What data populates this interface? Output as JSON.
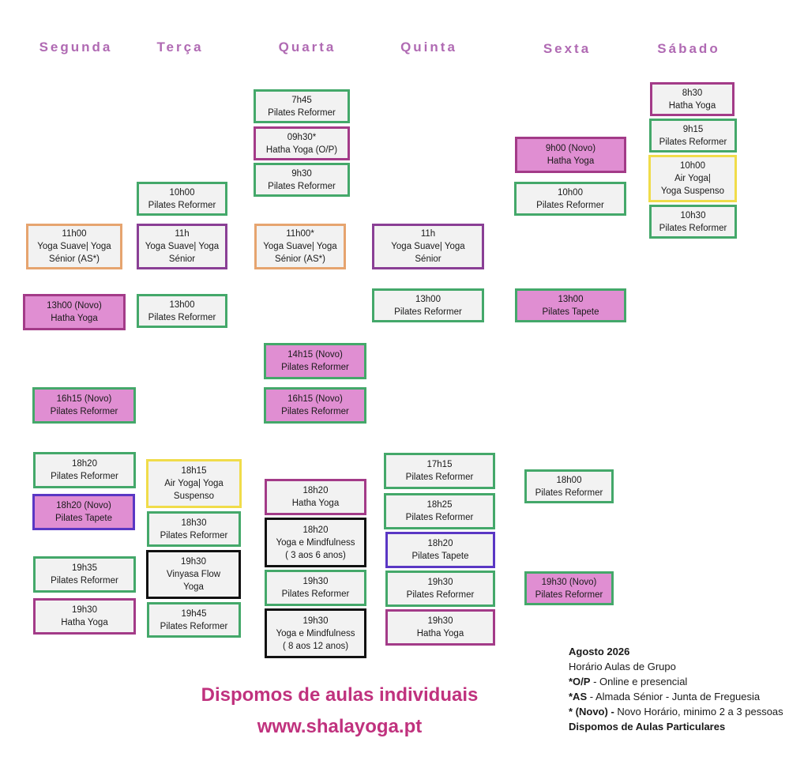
{
  "days": {
    "mon": "Segunda",
    "tue": "Terça",
    "wed": "Quarta",
    "thu": "Quinta",
    "fri": "Sexta",
    "sat": "Sábado"
  },
  "classes": {
    "wed_0745": {
      "time": "7h45",
      "name": "Pilates Reformer"
    },
    "wed_0930a": {
      "time": "09h30*",
      "name": "Hatha Yoga (O/P)"
    },
    "wed_0930b": {
      "time": "9h30",
      "name": "Pilates Reformer"
    },
    "wed_1100": {
      "time": "11h00*",
      "name": "Yoga Suave| Yoga",
      "name2": "Sénior  (AS*)"
    },
    "wed_1415": {
      "time": "14h15 (Novo)",
      "name": "Pilates Reformer"
    },
    "wed_1615": {
      "time": "16h15 (Novo)",
      "name": "Pilates Reformer"
    },
    "wed_1820a": {
      "time": "18h20",
      "name": "Hatha Yoga"
    },
    "wed_1820b": {
      "time": "18h20",
      "name": "Yoga e Mindfulness",
      "name2": "( 3 aos 6 anos)"
    },
    "wed_1930a": {
      "time": "19h30",
      "name": "Pilates Reformer"
    },
    "wed_1930b": {
      "time": "19h30",
      "name": "Yoga e Mindfulness",
      "name2": "( 8 aos 12 anos)"
    },
    "sat_0830": {
      "time": "8h30",
      "name": "Hatha Yoga"
    },
    "sat_0915": {
      "time": "9h15",
      "name": "Pilates Reformer"
    },
    "sat_1000": {
      "time": "10h00",
      "name": "Air Yoga|",
      "name2": "Yoga Suspenso"
    },
    "sat_1030": {
      "time": "10h30",
      "name": "Pilates Reformer"
    },
    "fri_0900": {
      "time": "9h00 (Novo)",
      "name": "Hatha Yoga"
    },
    "fri_1000": {
      "time": "10h00",
      "name": "Pilates Reformer"
    },
    "fri_1300": {
      "time": "13h00",
      "name": "Pilates Tapete"
    },
    "fri_1800": {
      "time": "18h00",
      "name": "Pilates Reformer"
    },
    "fri_1930": {
      "time": "19h30 (Novo)",
      "name": "Pilates Reformer"
    },
    "tue_1000": {
      "time": "10h00",
      "name": "Pilates Reformer"
    },
    "tue_1100": {
      "time": "11h",
      "name": "Yoga Suave| Yoga",
      "name2": "Sénior"
    },
    "tue_1300": {
      "time": "13h00",
      "name": "Pilates Reformer"
    },
    "tue_1815": {
      "time": "18h15",
      "name": "Air Yoga| Yoga",
      "name2": "Suspenso"
    },
    "tue_1830": {
      "time": "18h30",
      "name": "Pilates Reformer"
    },
    "tue_1930": {
      "time": "19h30",
      "name": "Vinyasa Flow",
      "name2": "Yoga"
    },
    "tue_1945": {
      "time": "19h45",
      "name": "Pilates Reformer"
    },
    "mon_1100": {
      "time": "11h00",
      "name": "Yoga Suave| Yoga",
      "name2": "Sénior (AS*)"
    },
    "mon_1300": {
      "time": "13h00 (Novo)",
      "name": "Hatha Yoga"
    },
    "mon_1615": {
      "time": "16h15 (Novo)",
      "name": "Pilates Reformer"
    },
    "mon_1820a": {
      "time": "18h20",
      "name": "Pilates Reformer"
    },
    "mon_1820b": {
      "time": "18h20 (Novo)",
      "name": "Pilates Tapete"
    },
    "mon_1935": {
      "time": "19h35",
      "name": "Pilates Reformer"
    },
    "mon_1930": {
      "time": "19h30",
      "name": "Hatha Yoga"
    },
    "thu_1100": {
      "time": "11h",
      "name": "Yoga Suave| Yoga",
      "name2": "Sénior"
    },
    "thu_1300": {
      "time": "13h00",
      "name": "Pilates Reformer"
    },
    "thu_1715": {
      "time": "17h15",
      "name": "Pilates Reformer"
    },
    "thu_1825": {
      "time": "18h25",
      "name": "Pilates Reformer"
    },
    "thu_1820": {
      "time": "18h20",
      "name": "Pilates Tapete"
    },
    "thu_1930a": {
      "time": "19h30",
      "name": "Pilates Reformer"
    },
    "thu_1930b": {
      "time": "19h30",
      "name": "Hatha Yoga"
    }
  },
  "footer": {
    "individual": "Dispomos de aulas individuais",
    "website": "www.shalayoga.pt"
  },
  "legend": {
    "month": "Agosto  2026",
    "title": "Horário Aulas de Grupo",
    "op_key": "*O/P",
    "op_text": " - Online e presencial",
    "as_key": "*AS",
    "as_text": " - Almada Sénior - Junta de Freguesia",
    "novo_key": "* (Novo) -",
    "novo_text": " Novo Horário, minimo 2 a 3 pessoas",
    "private": "Dispomos de Aulas Particulares"
  }
}
